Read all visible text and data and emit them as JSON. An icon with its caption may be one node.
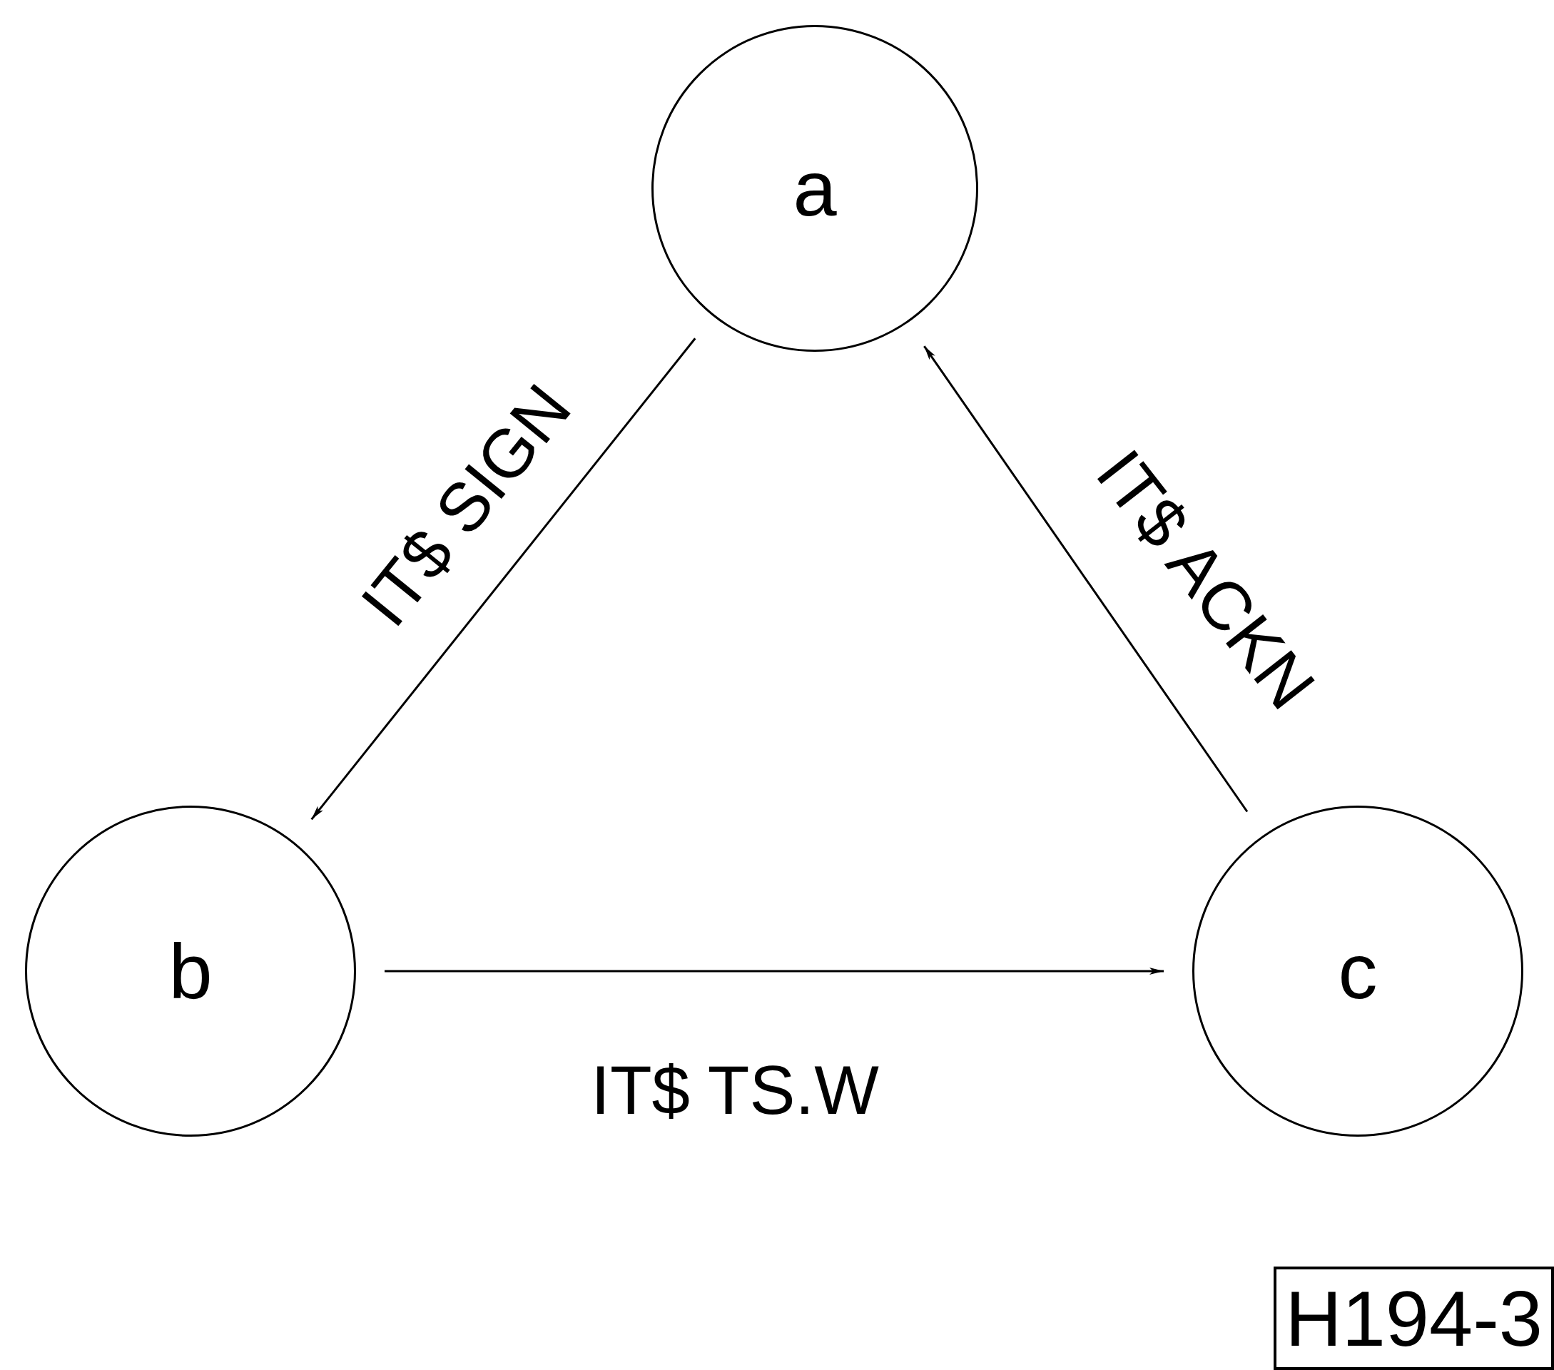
{
  "diagram": {
    "nodes": [
      {
        "text": [
          "a"
        ]
      },
      {
        "text": [
          "b"
        ]
      },
      {
        "text": [
          "c"
        ]
      }
    ],
    "edges": [
      {
        "from": 0,
        "to": 1,
        "arrow": "to",
        "label": "IT$ SIGN"
      },
      {
        "from": 2,
        "to": 0,
        "arrow": "to",
        "label": "IT$ ACKN"
      },
      {
        "from": 1,
        "to": 2,
        "arrow": "to",
        "label": "IT$ TS.W"
      }
    ],
    "labels": [
      "H194-3"
    ]
  }
}
